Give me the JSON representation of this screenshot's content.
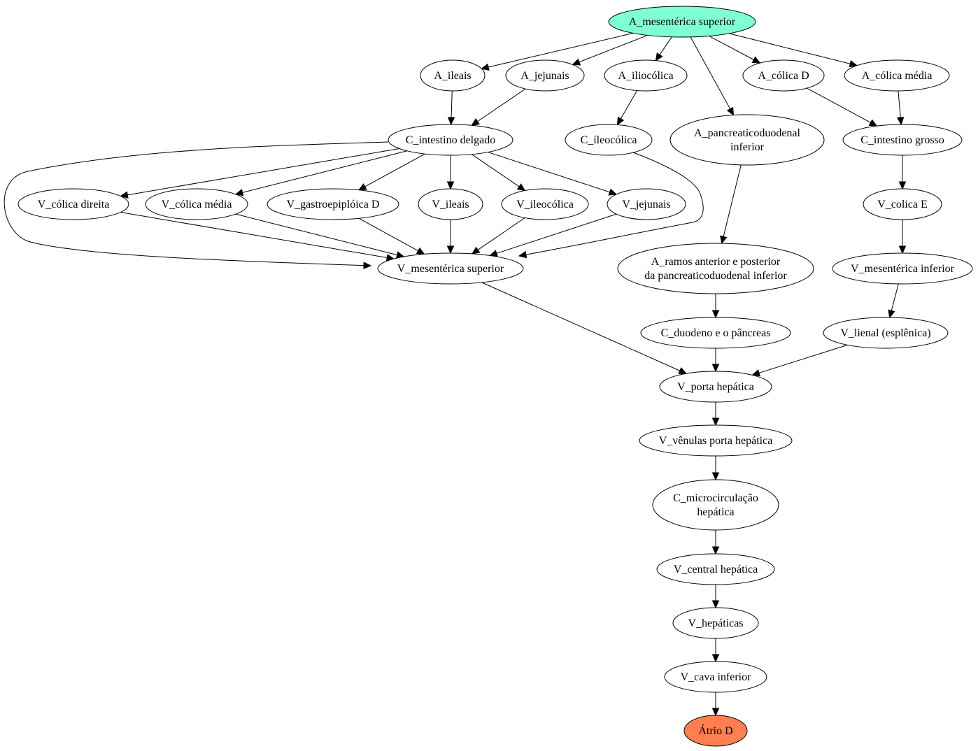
{
  "diagram": {
    "type": "directed-graph",
    "nodes": [
      {
        "id": "a_mes_sup",
        "lines": [
          "A_mesentérica superior"
        ],
        "fill": "#7fffd4"
      },
      {
        "id": "a_ileais",
        "lines": [
          "A_ileais"
        ]
      },
      {
        "id": "a_jejunais",
        "lines": [
          "A_jejunais"
        ]
      },
      {
        "id": "a_iliocolica",
        "lines": [
          "A_iliocólica"
        ]
      },
      {
        "id": "a_colica_d",
        "lines": [
          "A_cólica D"
        ]
      },
      {
        "id": "a_colica_media",
        "lines": [
          "A_cólica média"
        ]
      },
      {
        "id": "c_intestino_delgado",
        "lines": [
          "C_intestino delgado"
        ]
      },
      {
        "id": "c_ileocolica",
        "lines": [
          "C_íleocólica"
        ]
      },
      {
        "id": "a_pancreat",
        "lines": [
          "A_pancreaticoduodenal",
          "inferior"
        ]
      },
      {
        "id": "c_intestino_grosso",
        "lines": [
          "C_intestino grosso"
        ]
      },
      {
        "id": "v_colica_direita",
        "lines": [
          "V_cólica direita"
        ]
      },
      {
        "id": "v_colica_media",
        "lines": [
          "V_cólica média"
        ]
      },
      {
        "id": "v_gastro",
        "lines": [
          "V_gastroepiplóica D"
        ]
      },
      {
        "id": "v_ileais",
        "lines": [
          "V_ileais"
        ]
      },
      {
        "id": "v_ileocolica",
        "lines": [
          "V_ileocólica"
        ]
      },
      {
        "id": "v_jejunais",
        "lines": [
          "V_jejunais"
        ]
      },
      {
        "id": "v_colica_e",
        "lines": [
          "V_colica E"
        ]
      },
      {
        "id": "v_mes_sup",
        "lines": [
          "V_mesentérica superior"
        ]
      },
      {
        "id": "a_ramos",
        "lines": [
          "A_ramos anterior e posterior",
          "da pancreaticoduodenal inferior"
        ]
      },
      {
        "id": "v_mes_inf",
        "lines": [
          "V_mesentérica inferior"
        ]
      },
      {
        "id": "c_duodeno",
        "lines": [
          "C_duodeno e o pâncreas"
        ]
      },
      {
        "id": "v_lienal",
        "lines": [
          "V_lienal (esplênica)"
        ]
      },
      {
        "id": "v_porta",
        "lines": [
          "V_porta hepática"
        ]
      },
      {
        "id": "v_venulas",
        "lines": [
          "V_vênulas porta hepática"
        ]
      },
      {
        "id": "c_micro",
        "lines": [
          "C_microcirculação",
          "hepática"
        ]
      },
      {
        "id": "v_central",
        "lines": [
          "V_central hepática"
        ]
      },
      {
        "id": "v_hepaticas",
        "lines": [
          "V_hepáticas"
        ]
      },
      {
        "id": "v_cava",
        "lines": [
          "V_cava inferior"
        ]
      },
      {
        "id": "atrio_d",
        "lines": [
          "Átrio D"
        ],
        "fill": "#ff7f50"
      }
    ],
    "edges": [
      {
        "from": "a_mes_sup",
        "to": "a_ileais"
      },
      {
        "from": "a_mes_sup",
        "to": "a_jejunais"
      },
      {
        "from": "a_mes_sup",
        "to": "a_iliocolica"
      },
      {
        "from": "a_mes_sup",
        "to": "a_pancreat"
      },
      {
        "from": "a_mes_sup",
        "to": "a_colica_d"
      },
      {
        "from": "a_mes_sup",
        "to": "a_colica_media"
      },
      {
        "from": "a_ileais",
        "to": "c_intestino_delgado"
      },
      {
        "from": "a_jejunais",
        "to": "c_intestino_delgado"
      },
      {
        "from": "a_iliocolica",
        "to": "c_ileocolica"
      },
      {
        "from": "a_colica_d",
        "to": "c_intestino_grosso"
      },
      {
        "from": "a_colica_media",
        "to": "c_intestino_grosso"
      },
      {
        "from": "c_intestino_delgado",
        "to": "v_colica_direita"
      },
      {
        "from": "c_intestino_delgado",
        "to": "v_colica_media"
      },
      {
        "from": "c_intestino_delgado",
        "to": "v_gastro"
      },
      {
        "from": "c_intestino_delgado",
        "to": "v_ileais"
      },
      {
        "from": "c_intestino_delgado",
        "to": "v_ileocolica"
      },
      {
        "from": "c_intestino_delgado",
        "to": "v_jejunais"
      },
      {
        "from": "c_intestino_delgado",
        "to": "v_mes_sup"
      },
      {
        "from": "c_ileocolica",
        "to": "v_mes_sup"
      },
      {
        "from": "v_colica_direita",
        "to": "v_mes_sup"
      },
      {
        "from": "v_colica_media",
        "to": "v_mes_sup"
      },
      {
        "from": "v_gastro",
        "to": "v_mes_sup"
      },
      {
        "from": "v_ileais",
        "to": "v_mes_sup"
      },
      {
        "from": "v_ileocolica",
        "to": "v_mes_sup"
      },
      {
        "from": "v_jejunais",
        "to": "v_mes_sup"
      },
      {
        "from": "a_pancreat",
        "to": "a_ramos"
      },
      {
        "from": "a_ramos",
        "to": "c_duodeno"
      },
      {
        "from": "c_intestino_grosso",
        "to": "v_colica_e"
      },
      {
        "from": "v_colica_e",
        "to": "v_mes_inf"
      },
      {
        "from": "v_mes_inf",
        "to": "v_lienal"
      },
      {
        "from": "v_mes_sup",
        "to": "v_porta"
      },
      {
        "from": "c_duodeno",
        "to": "v_porta"
      },
      {
        "from": "v_lienal",
        "to": "v_porta"
      },
      {
        "from": "v_porta",
        "to": "v_venulas"
      },
      {
        "from": "v_venulas",
        "to": "c_micro"
      },
      {
        "from": "c_micro",
        "to": "v_central"
      },
      {
        "from": "v_central",
        "to": "v_hepaticas"
      },
      {
        "from": "v_hepaticas",
        "to": "v_cava"
      },
      {
        "from": "v_cava",
        "to": "atrio_d"
      }
    ]
  }
}
